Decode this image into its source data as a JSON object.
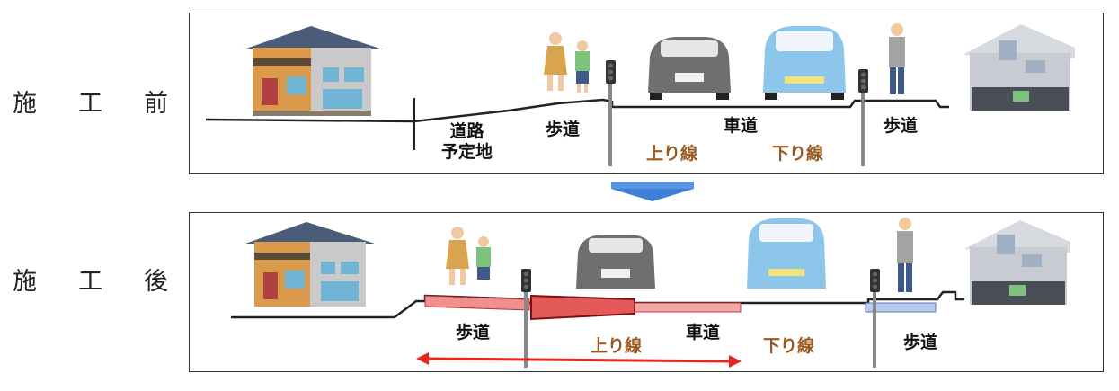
{
  "before": {
    "label_chars": [
      "施",
      "工",
      "前"
    ],
    "labels": {
      "road_planned_line1": "道路",
      "road_planned_line2": "予定地",
      "sidewalk_left": "歩道",
      "roadway": "車道",
      "up_lane": "上り線",
      "down_lane": "下り線",
      "sidewalk_right": "歩道"
    }
  },
  "after": {
    "label_chars": [
      "施",
      "工",
      "後"
    ],
    "labels": {
      "sidewalk_left": "歩道",
      "up_lane": "上り線",
      "roadway": "車道",
      "down_lane": "下り線",
      "sidewalk_right": "歩道"
    }
  },
  "colors": {
    "lane_brown": "#9a5a1f",
    "arrow_red": "#e8261e",
    "transition_arrow": "#3f7fd6",
    "widening_fill": "#f08f8f",
    "sidewalk_blue": "#b9cbee",
    "car_grey": "#6f6f6f",
    "car_blue": "#8cc6ea"
  }
}
